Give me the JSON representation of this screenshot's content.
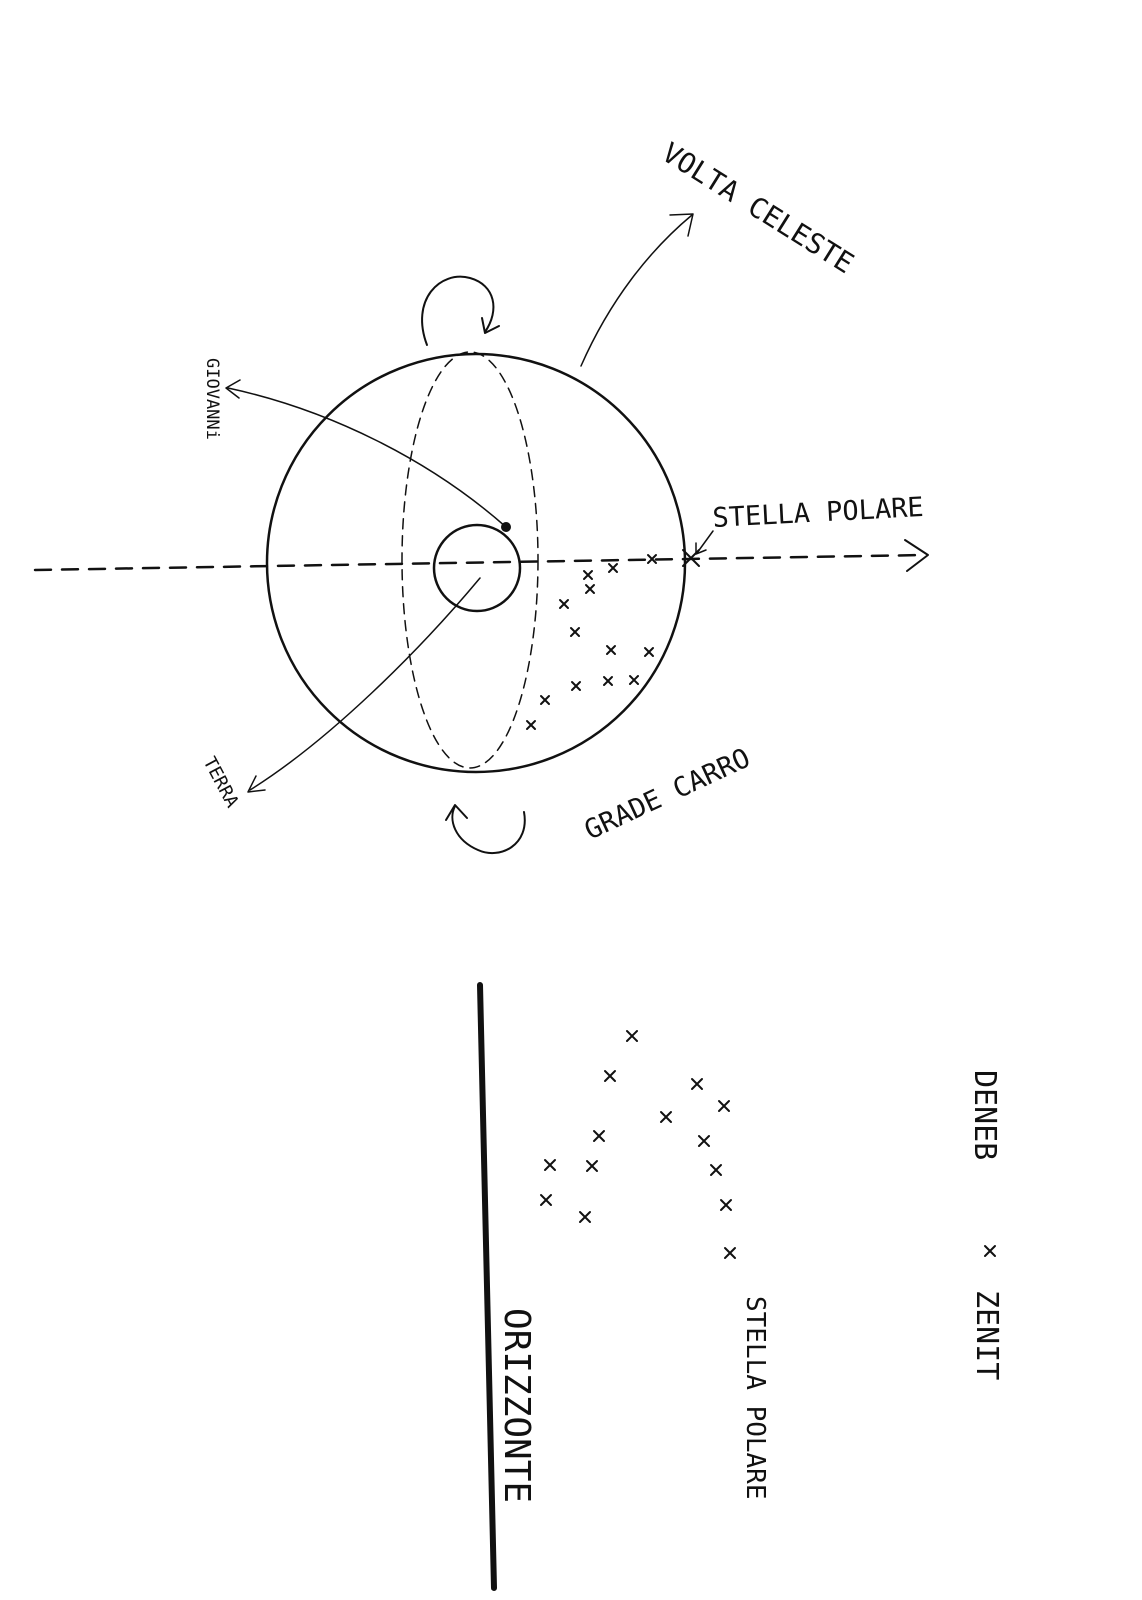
{
  "labels": {
    "volta_celeste": "VOLTA CELESTE",
    "giovanni": "GIOVANNi",
    "stella_polare_top": "STELLA POLARE",
    "terra": "TERRA",
    "grade_carro": "GRADE CARRO",
    "orizzonte": "ORIZZONTE",
    "stella_polare_bottom": "STELLA POLARE",
    "deneb": "DENEB",
    "zenit": "ZENIT"
  },
  "colors": {
    "ink": "#111111",
    "paper": "#ffffff"
  }
}
